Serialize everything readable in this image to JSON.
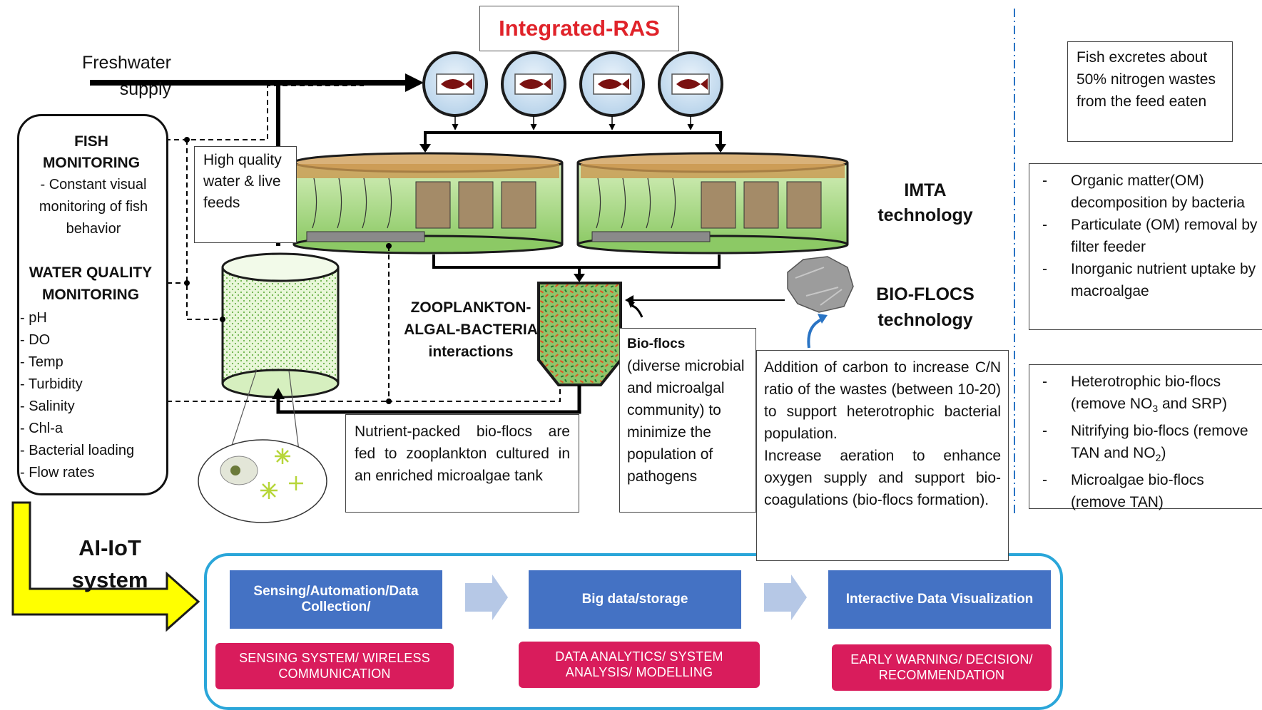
{
  "title": "Integrated-RAS",
  "freshwater_label": "Freshwater supply",
  "monitoring": {
    "fish_heading": "FISH MONITORING",
    "fish_text": "- Constant visual monitoring of fish behavior",
    "wq_heading": "WATER QUALITY MONITORING",
    "params": [
      "- pH",
      "- DO",
      "- Temp",
      "- Turbidity",
      "- Salinity",
      "- Chl-a",
      "- Bacterial loading",
      "- Flow rates"
    ]
  },
  "hq_box": "High quality water & live feeds",
  "imta_label": "IMTA technology",
  "biofloc_label": "BIO-FLOCS technology",
  "zab_label": "ZOOPLANKTON-ALGAL-BACTERIA interactions",
  "nutrient_box": "Nutrient-packed bio-flocs are fed to zooplankton cultured in an enriched microalgae tank",
  "bioflocs_box": {
    "head": "Bio-flocs",
    "text": "(diverse microbial and microalgal community) to minimize the population of pathogens"
  },
  "carbon_box": {
    "p1": "Addition of carbon to increase C/N ratio of the wastes (between 10-20) to support heterotrophic bacterial population.",
    "p2": "Increase aeration to enhance oxygen supply and support bio-coagulations (bio-flocs formation)."
  },
  "fish_excretes": "Fish excretes about 50% nitrogen wastes from the feed eaten",
  "om_list": [
    "Organic matter(OM) decomposition by bacteria",
    "Particulate (OM) removal by filter feeder",
    "Inorganic nutrient uptake by macroalgae"
  ],
  "biofloc_types": [
    {
      "pre": "Heterotrophic bio-flocs (remove NO",
      "sub": "3",
      "post": " and SRP)"
    },
    {
      "pre": "Nitrifying bio-flocs (remove TAN and NO",
      "sub": "2",
      "post": ")"
    },
    {
      "pre": "Microalgae bio-flocs (remove TAN)",
      "sub": "",
      "post": ""
    }
  ],
  "aiot_label": "AI-IoT system",
  "pipeline": {
    "steps": [
      "Sensing/Automation/Data Collection/",
      "Big data/storage",
      "Interactive Data Visualization"
    ],
    "sub": [
      "SENSING SYSTEM/ WIRELESS COMMUNICATION",
      "DATA ANALYTICS/ SYSTEM ANALYSIS/ MODELLING",
      "EARLY WARNING/ DECISION/ RECOMMENDATION"
    ]
  },
  "colors": {
    "title_red": "#e0232a",
    "step_blue": "#4472c4",
    "sub_red": "#d91c5c",
    "frame_cyan": "#2aa6d9",
    "aiot_arrow": "#ffff00",
    "tank_green": "#b9e08a"
  }
}
